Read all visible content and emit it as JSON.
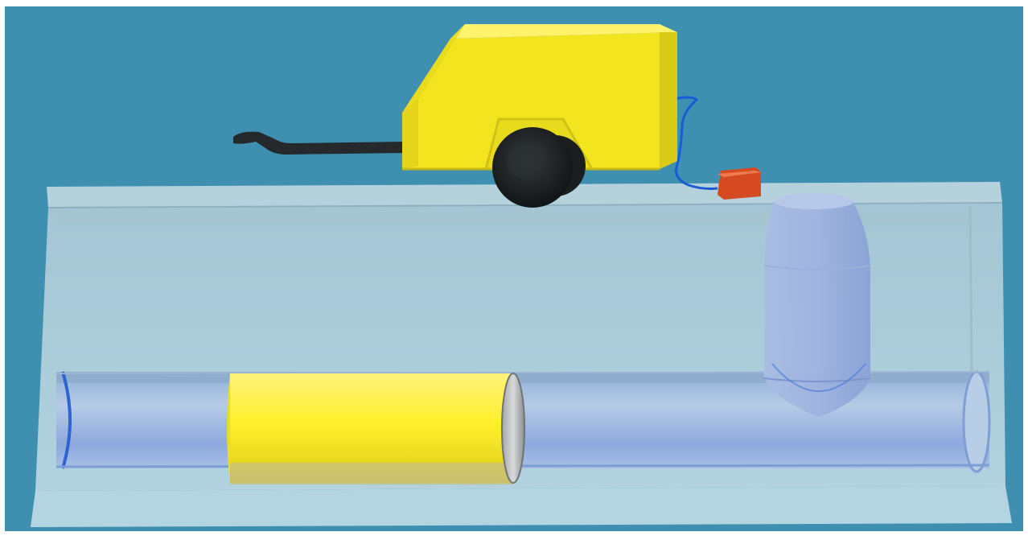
{
  "scene": {
    "colors": {
      "background": "#3f8fb1",
      "frame": "#ffffff",
      "ground_block": "#b7d6e0",
      "ground_edge": "#9fc2d0",
      "pipe_main": "#a9c3df",
      "pipe_dark": "#7ea2cc",
      "pipe_edge": "#3b6fd0",
      "lateral_pipe": "#a6b9de",
      "liner_yellow": "#ffee2e",
      "liner_shadow": "#c7bf3b",
      "compressor_yellow": "#f2e51f",
      "compressor_shadow": "#d4c71a",
      "wheel": "#1f2426",
      "tow_bar": "#2a2d2f",
      "hose_blue": "#1a5cd6",
      "controller_orange": "#e0542a"
    },
    "parts": [
      "compressor-trailer-icon",
      "tow-bar-icon",
      "wheel-icon",
      "air-hose-icon",
      "controller-box-icon",
      "ground-block",
      "main-pipe",
      "lateral-pipe",
      "pipe-liner-icon"
    ]
  }
}
